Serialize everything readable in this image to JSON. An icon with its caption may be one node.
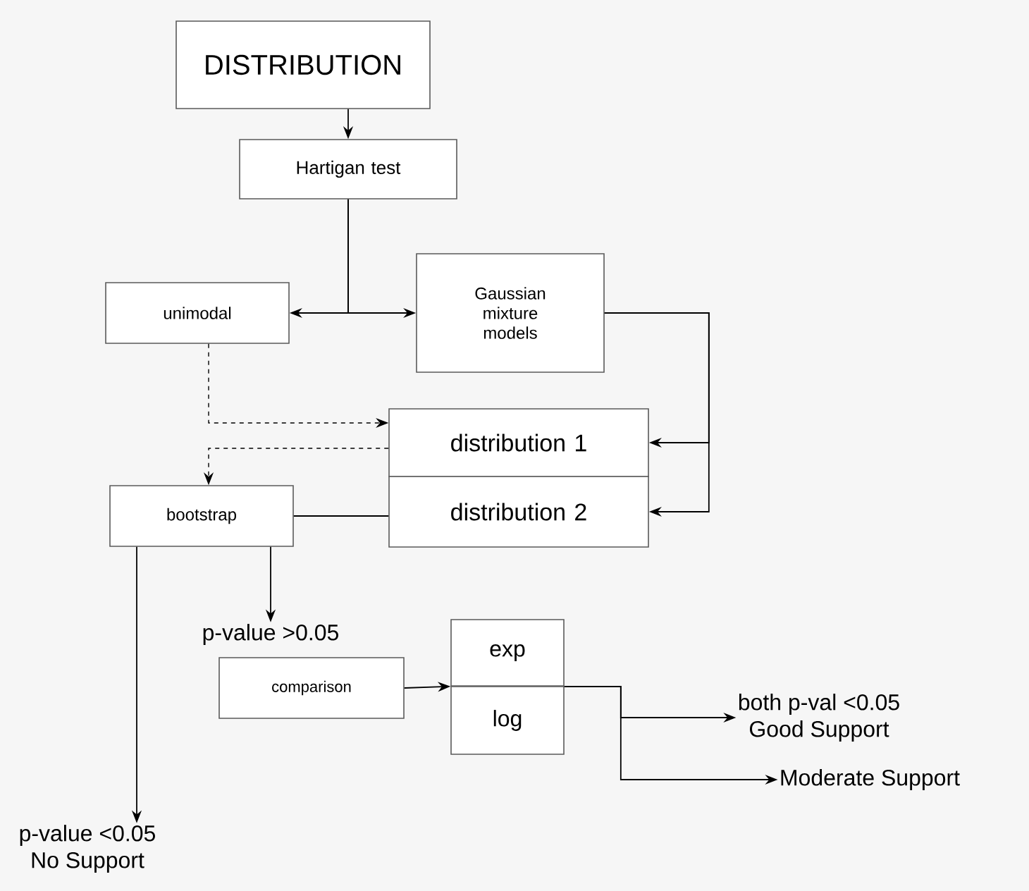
{
  "diagram": {
    "nodes": [
      {
        "text": [
          "DISTRIBUTION"
        ]
      },
      {
        "text": [
          "Hartigan test"
        ]
      },
      {
        "text": [
          "unimodal"
        ]
      },
      {
        "text": [
          "Gaussian mixture models"
        ]
      },
      {
        "text": [
          "distribution 1"
        ]
      },
      {
        "text": [
          "distribution 2"
        ]
      },
      {
        "text": [
          "bootstrap"
        ]
      },
      {
        "text": [
          "p-value >0.05"
        ]
      },
      {
        "text": [
          "comparison"
        ]
      },
      {
        "text": [
          "exp"
        ]
      },
      {
        "text": [
          "log"
        ]
      },
      {
        "text": [
          "both p-val <0.05",
          "Good Support"
        ]
      },
      {
        "text": [
          "Moderate Support"
        ]
      },
      {
        "text": [
          "p-value <0.05",
          "No Support"
        ]
      }
    ],
    "edges": [
      {
        "from": 0,
        "to": 1,
        "arrow": "to"
      },
      {
        "from": 1,
        "to": 2,
        "arrow": "to"
      },
      {
        "from": 1,
        "to": 3,
        "arrow": "to"
      },
      {
        "from": 2,
        "to": 4,
        "arrow": "to",
        "style": "dashed"
      },
      {
        "from": 4,
        "to": 6,
        "arrow": "to",
        "style": "dashed"
      },
      {
        "from": 3,
        "to": 4,
        "arrow": "to"
      },
      {
        "from": 3,
        "to": 5,
        "arrow": "to"
      },
      {
        "from": 6,
        "to": 5,
        "arrow": "none"
      },
      {
        "from": 6,
        "to": 7,
        "arrow": "to"
      },
      {
        "from": 6,
        "to": 13,
        "arrow": "to"
      },
      {
        "from": 8,
        "to": 9,
        "arrow": "to"
      },
      {
        "from": 9,
        "to": 11,
        "arrow": "to"
      },
      {
        "from": 9,
        "to": 12,
        "arrow": "to"
      }
    ]
  }
}
